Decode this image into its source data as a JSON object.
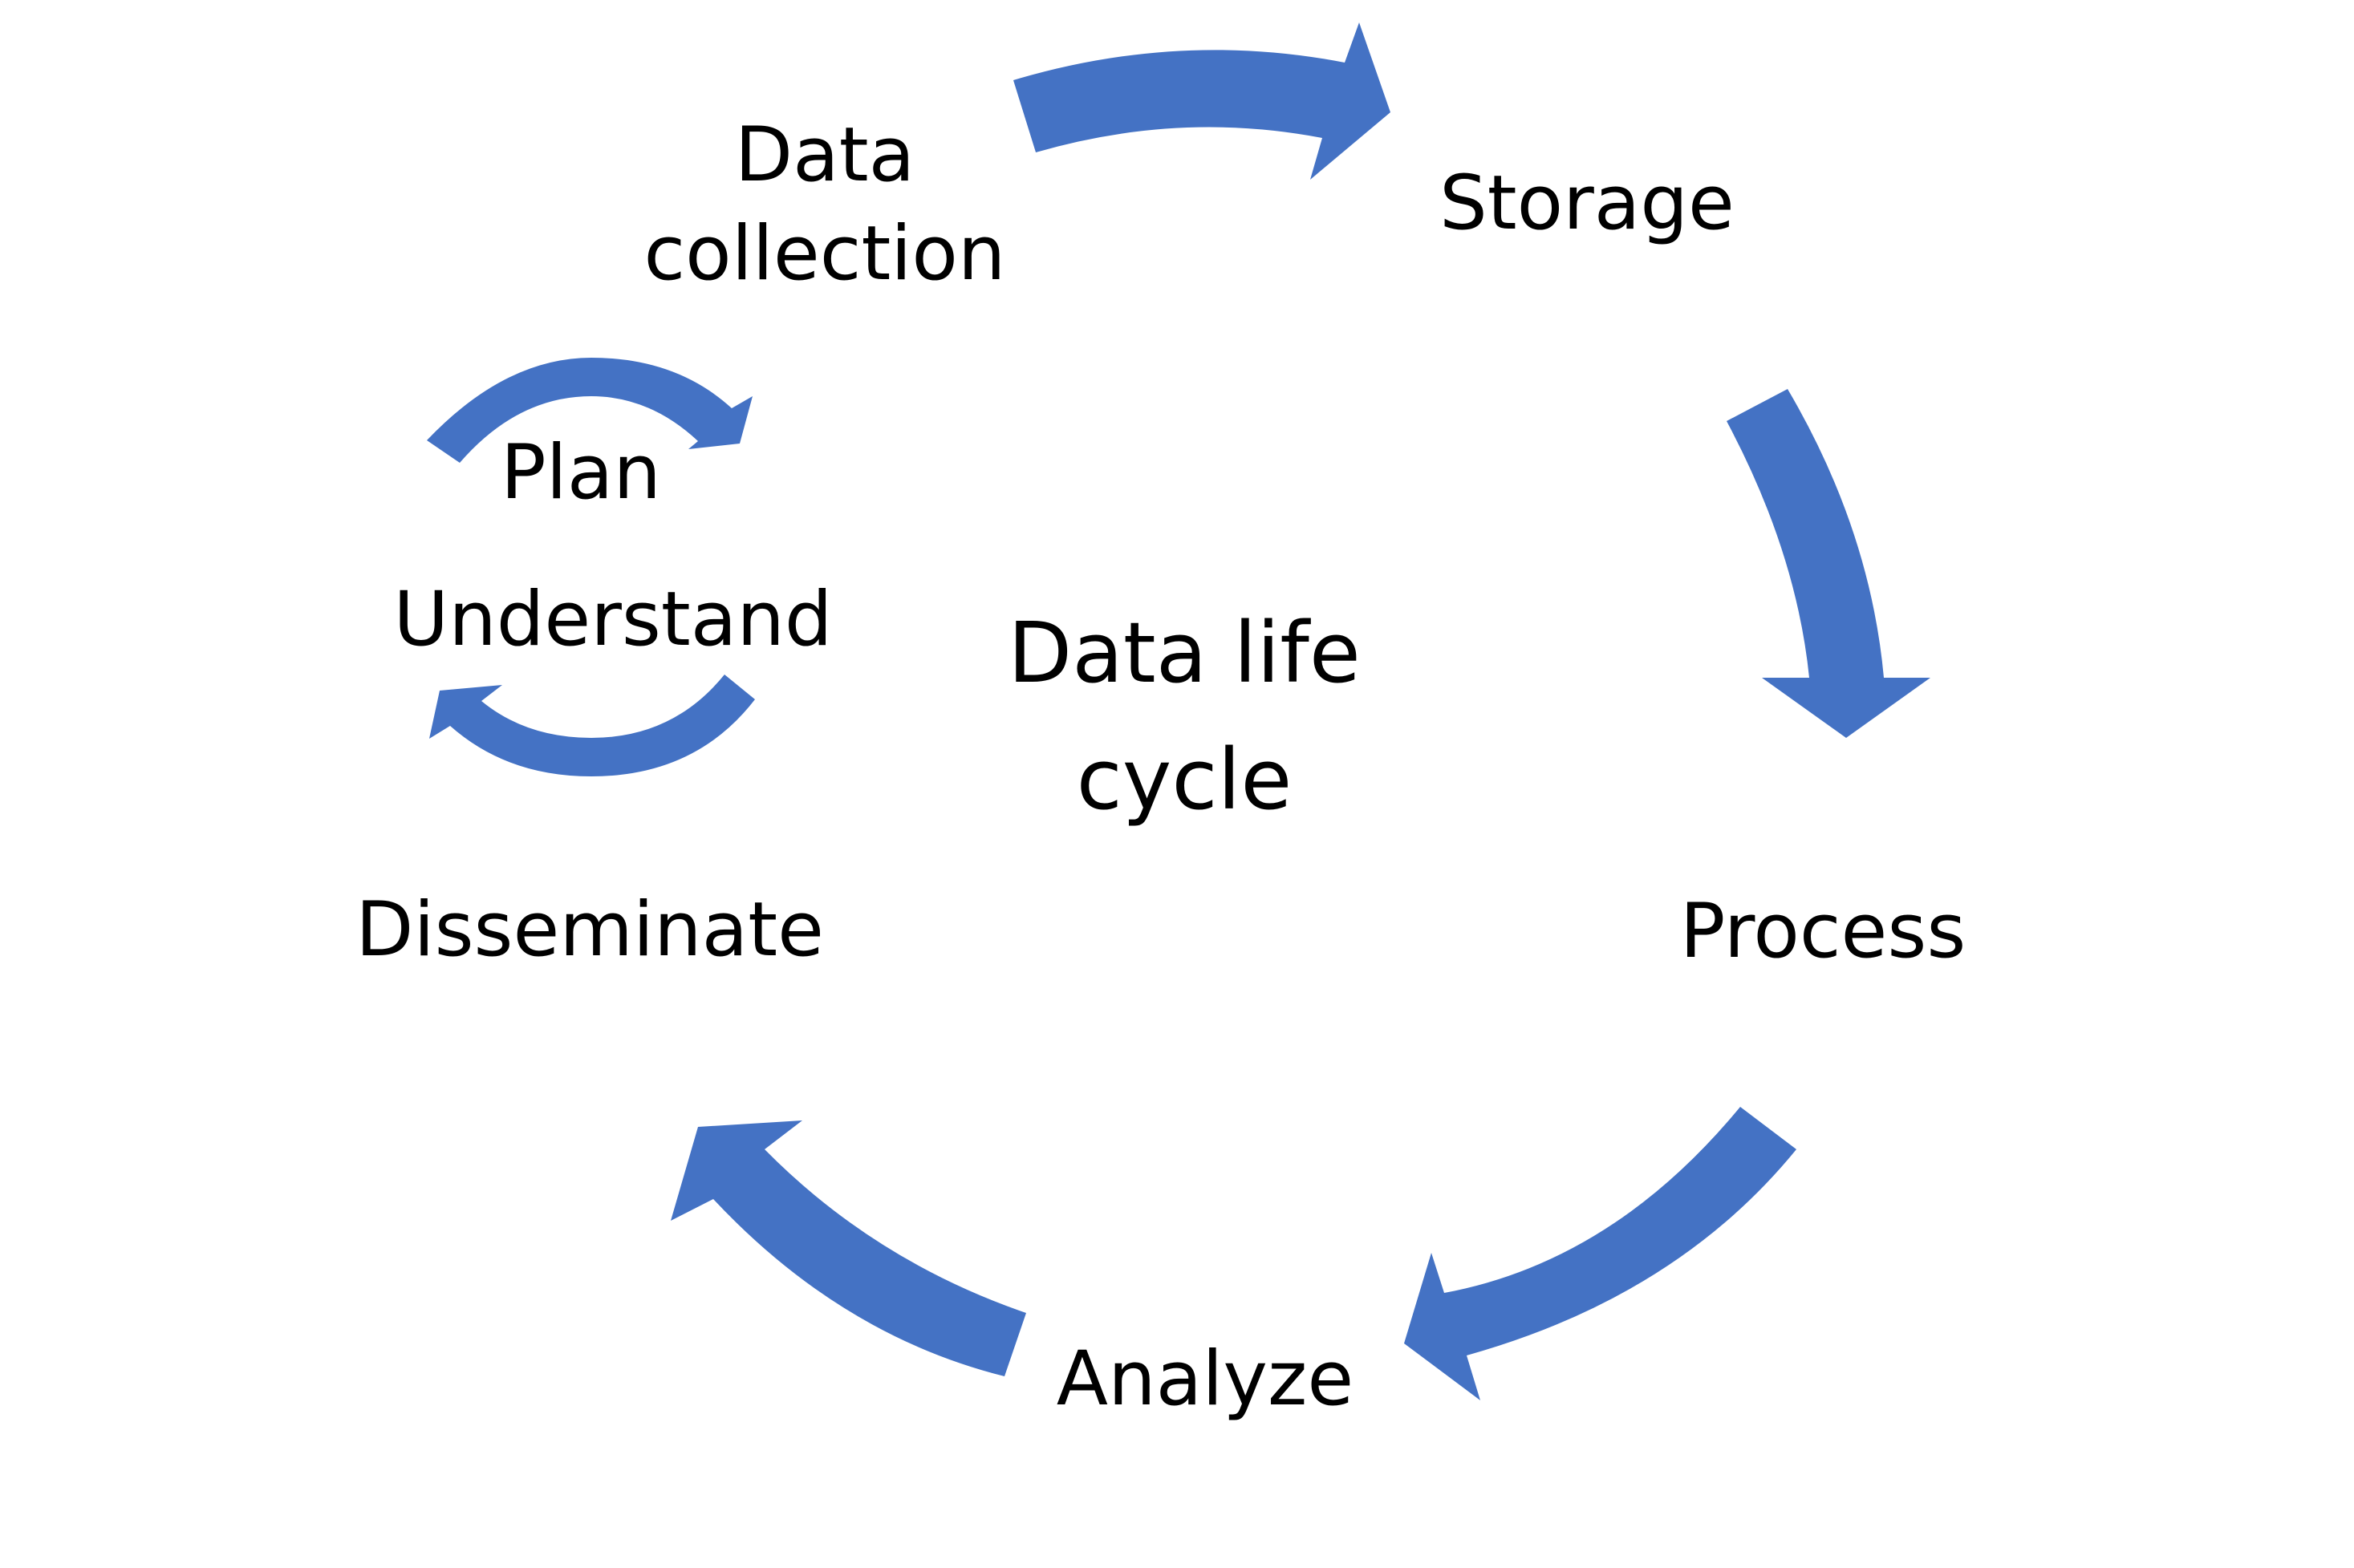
{
  "diagram": {
    "center": {
      "line1": "Data life",
      "line2": "cycle"
    },
    "nodes": {
      "data_collection": {
        "line1": "Data",
        "line2": "collection"
      },
      "storage": "Storage",
      "process": "Process",
      "analyze": "Analyze",
      "disseminate": "Disseminate",
      "plan": "Plan",
      "understand": "Understand"
    },
    "colors": {
      "arrow": "#4472C4",
      "text": "#000000",
      "background": "#FFFFFF"
    }
  }
}
